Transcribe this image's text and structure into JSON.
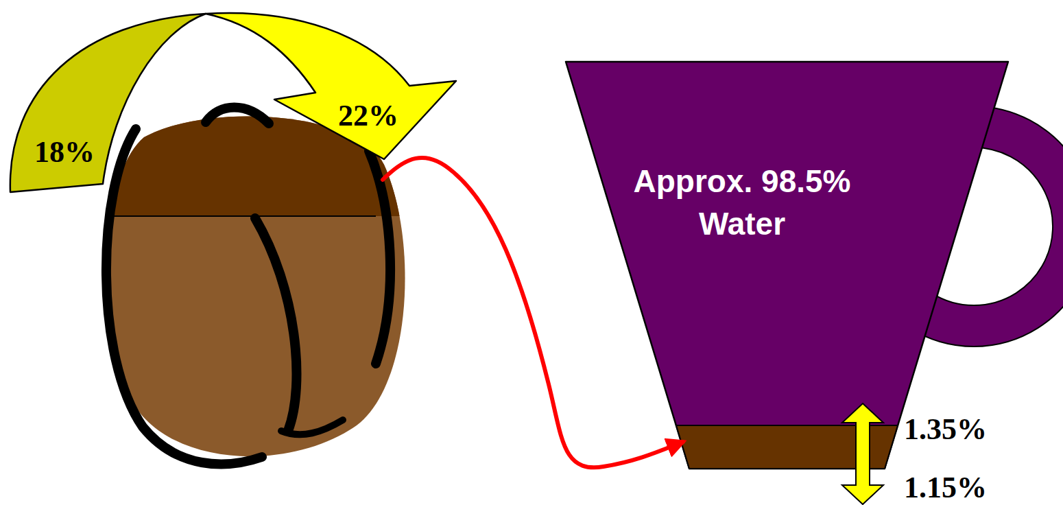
{
  "diagram": {
    "nodes": [
      {
        "text": [
          "18%",
          "22%"
        ]
      },
      {
        "text": [
          "Approx. 98.5% Water"
        ]
      }
    ],
    "labels": [
      "1.35%",
      "1.15%"
    ]
  }
}
